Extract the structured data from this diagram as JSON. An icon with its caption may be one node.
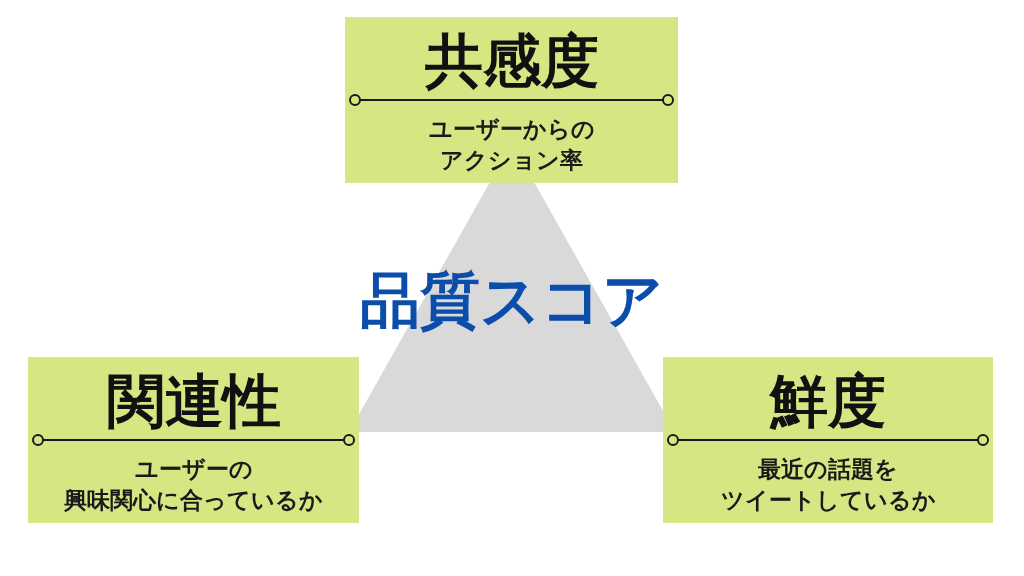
{
  "diagram": {
    "nodes": [
      {
        "text": [
          "共感度",
          "ユーザーからのアクション率"
        ]
      },
      {
        "text": [
          "品質スコア"
        ]
      },
      {
        "text": [
          "関連性",
          "ユーザーの興味関心に合っているか"
        ]
      },
      {
        "text": [
          "鮮度",
          "最近の話題をツイートしているか"
        ]
      }
    ]
  }
}
